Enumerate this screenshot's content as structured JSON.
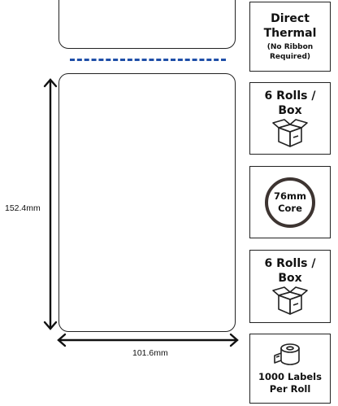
{
  "diagram": {
    "height_label": "152.4mm",
    "width_label": "101.6mm"
  },
  "features": {
    "media_type": {
      "title_line1": "Direct",
      "title_line2": "Thermal",
      "note_line1": "(No Ribbon",
      "note_line2": "Required)"
    },
    "rolls_per_box_1": {
      "line1": "6 Rolls /",
      "line2": "Box",
      "icon": "open-box-icon"
    },
    "core": {
      "line1": "76mm",
      "line2": "Core",
      "icon": "core-ring-icon"
    },
    "rolls_per_box_2": {
      "line1": "6 Rolls /",
      "line2": "Box",
      "icon": "open-box-icon"
    },
    "labels_per_roll": {
      "line1": "1000 Labels",
      "line2": "Per Roll",
      "icon": "label-roll-icon"
    }
  },
  "colors": {
    "perforation": "#1f4fa8",
    "ring": "#3d3431"
  }
}
